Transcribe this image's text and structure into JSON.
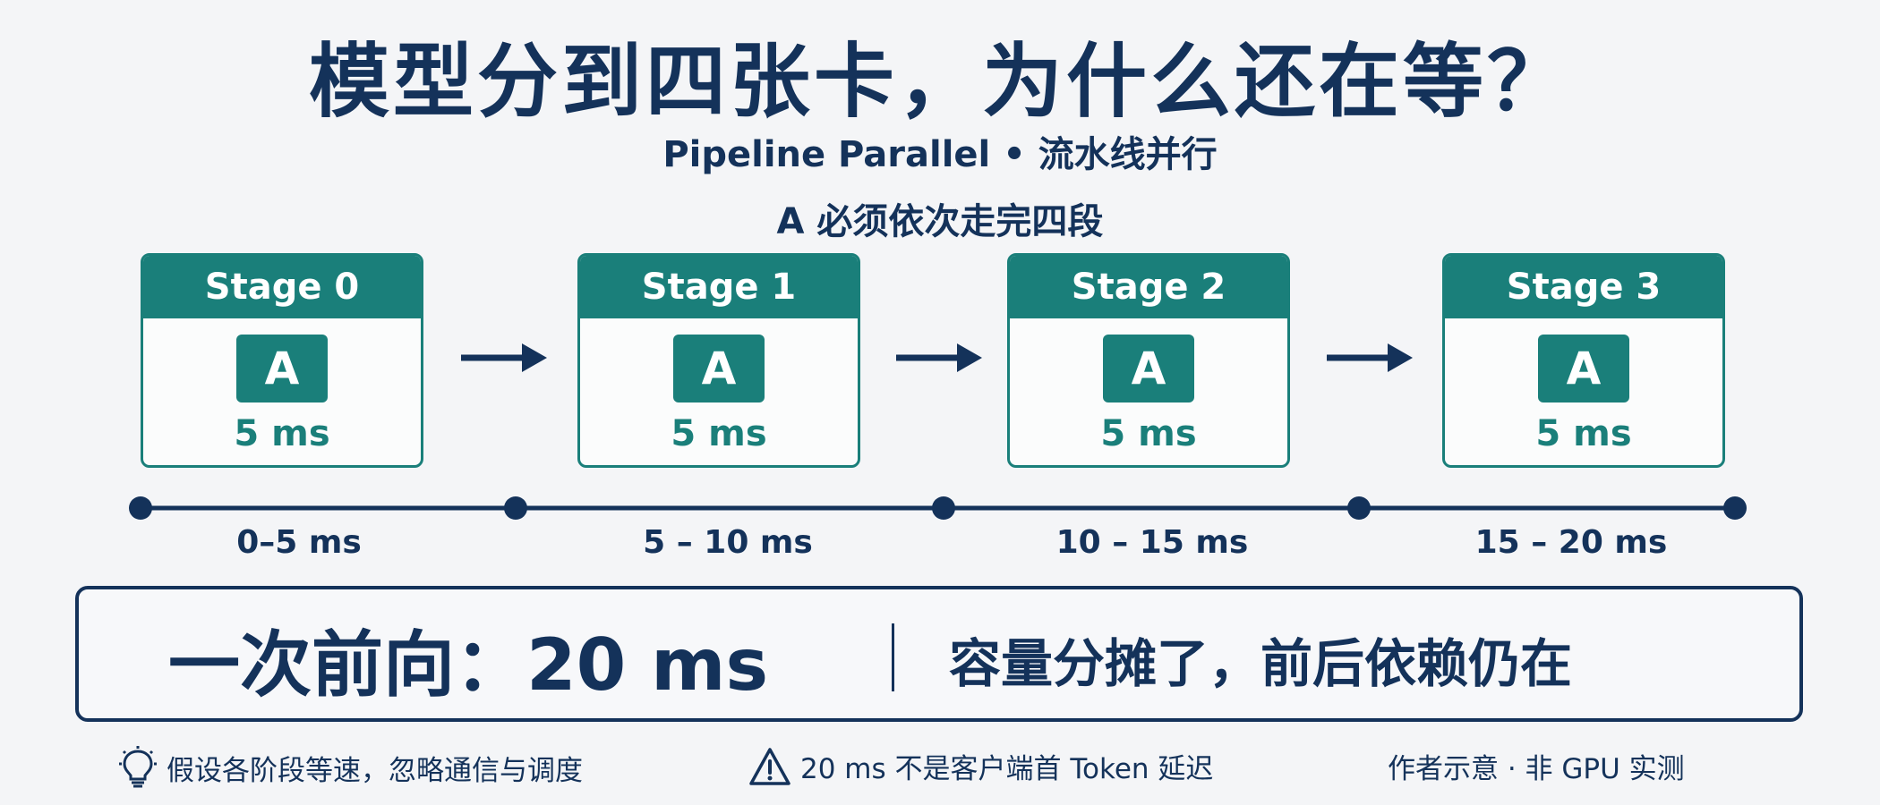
{
  "title": "模型分到四张卡，为什么还在等？",
  "subtitle": "Pipeline Parallel • 流水线并行",
  "caption": "A 必须依次走完四段",
  "stages": [
    {
      "name": "Stage 0",
      "token": "A",
      "time": "5 ms"
    },
    {
      "name": "Stage 1",
      "token": "A",
      "time": "5 ms"
    },
    {
      "name": "Stage 2",
      "token": "A",
      "time": "5 ms"
    },
    {
      "name": "Stage 3",
      "token": "A",
      "time": "5 ms"
    }
  ],
  "timeline": {
    "intervals": [
      "0–5 ms",
      "5 – 10 ms",
      "10 – 15 ms",
      "15 – 20 ms"
    ]
  },
  "summary": {
    "left": "一次前向：20 ms",
    "right": "容量分摊了，前后依赖仍在"
  },
  "footer": {
    "assumption": "假设各阶段等速，忽略通信与调度",
    "warning": "20 ms 不是客户端首 Token 延迟",
    "credit": "作者示意 · 非 GPU 实测"
  },
  "icons": {
    "assumption": "lightbulb-icon",
    "warning": "warning-triangle-icon",
    "arrow": "arrow-right-icon"
  },
  "colors": {
    "navy": "#14325a",
    "teal": "#1a7f7a",
    "background": "#f4f5f7"
  }
}
